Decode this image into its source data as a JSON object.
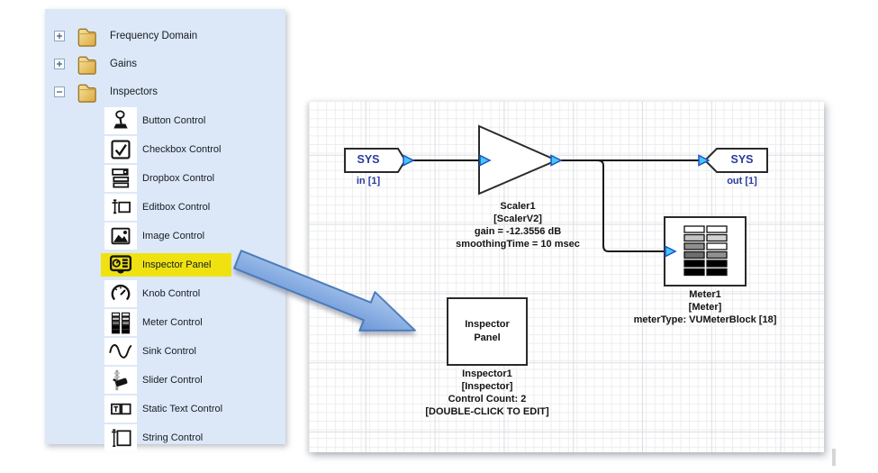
{
  "sidebar": {
    "background": "#dce8f7",
    "highlight_color": "#f0e211",
    "groups": [
      {
        "label": "Frequency Domain",
        "expanded": false,
        "icon": "folder-icon"
      },
      {
        "label": "Gains",
        "expanded": false,
        "icon": "folder-icon"
      },
      {
        "label": "Inspectors",
        "expanded": true,
        "icon": "folder-icon"
      }
    ],
    "controls": [
      {
        "label": "Button Control",
        "icon": "button-icon"
      },
      {
        "label": "Checkbox Control",
        "icon": "checkbox-icon"
      },
      {
        "label": "Dropbox Control",
        "icon": "dropbox-icon"
      },
      {
        "label": "Editbox Control",
        "icon": "editbox-icon"
      },
      {
        "label": "Image Control",
        "icon": "image-icon"
      },
      {
        "label": "Inspector Panel",
        "icon": "inspector-panel-icon",
        "highlighted": true
      },
      {
        "label": "Knob Control",
        "icon": "knob-icon"
      },
      {
        "label": "Meter Control",
        "icon": "meter-icon"
      },
      {
        "label": "Sink Control",
        "icon": "sink-icon"
      },
      {
        "label": "Slider Control",
        "icon": "slider-icon"
      },
      {
        "label": "Static Text Control",
        "icon": "static-text-icon"
      },
      {
        "label": "String Control",
        "icon": "string-icon"
      }
    ]
  },
  "canvas": {
    "sys_in": {
      "title": "SYS",
      "subtitle": "in [1]"
    },
    "scaler": {
      "name": "Scaler1",
      "type": "[ScalerV2]",
      "gain": "gain = -12.3556 dB",
      "smoothing": "smoothingTime = 10 msec"
    },
    "sys_out": {
      "title": "SYS",
      "subtitle": "out [1]"
    },
    "meter": {
      "name": "Meter1",
      "type": "[Meter]",
      "meter_type": "meterType: VUMeterBlock [18]"
    },
    "inspector": {
      "box_line1": "Inspector",
      "box_line2": "Panel",
      "name": "Inspector1",
      "type": "[Inspector]",
      "control_count": "Control Count: 2",
      "edit_hint": "[DOUBLE-CLICK TO EDIT]"
    }
  },
  "colors": {
    "port_fill": "#44c8f7",
    "port_stroke": "#1c53c6",
    "wire": "#1a1a1a",
    "sys_label": "#2a3aa0",
    "block_label": "#141414",
    "arrow_fill_light": "#aac7ed",
    "arrow_fill_dark": "#6a96d8",
    "arrow_stroke": "#4b7ab8"
  }
}
